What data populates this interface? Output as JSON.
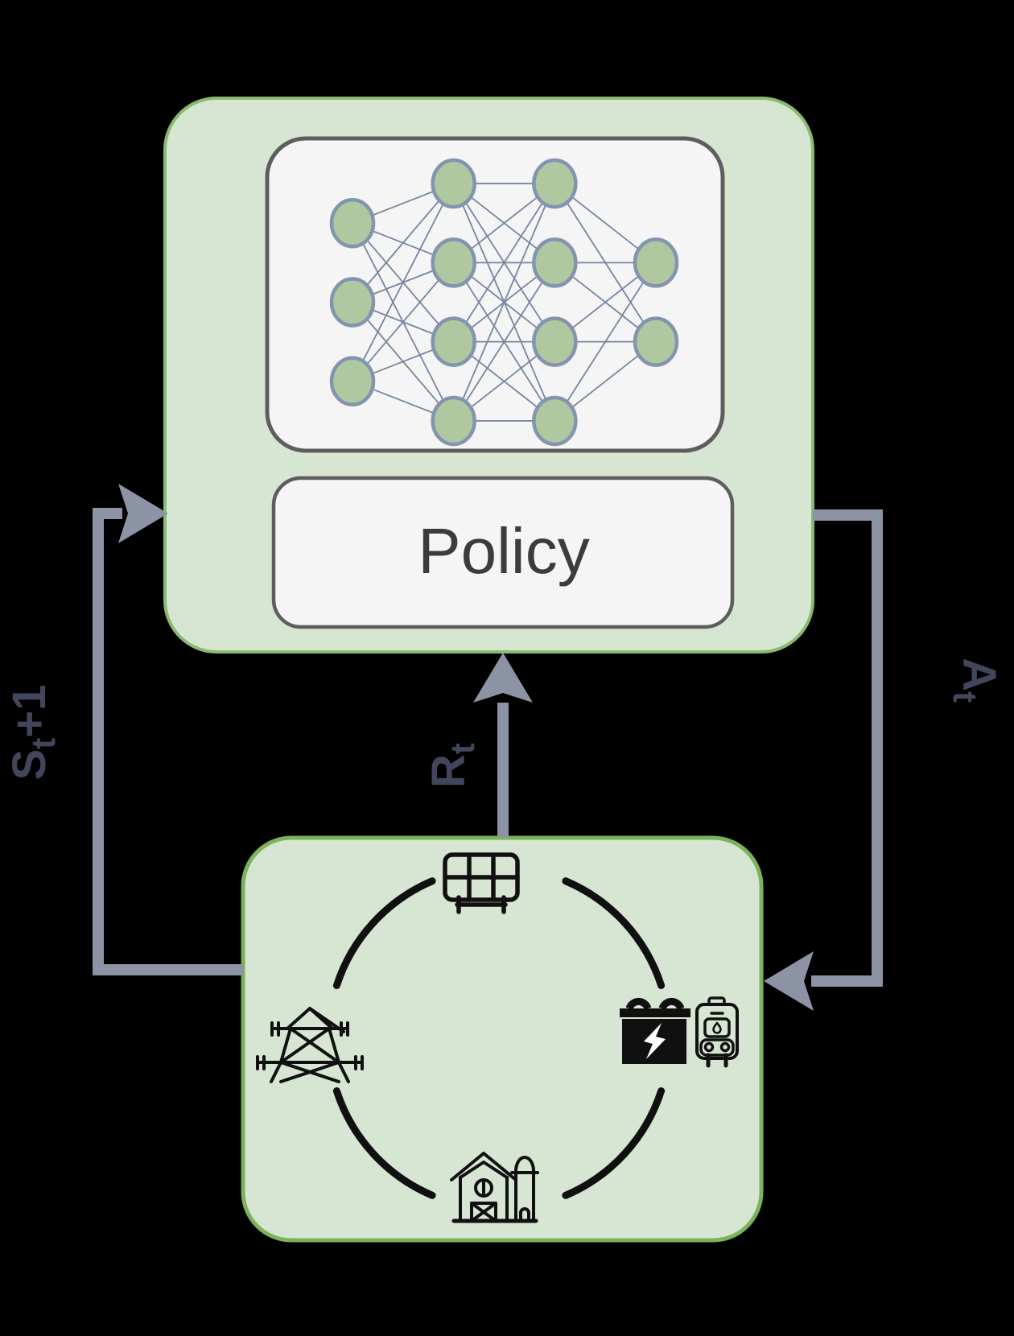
{
  "agent": {
    "policy_label": "Policy",
    "neural_network": {
      "layers": [
        3,
        4,
        4,
        2
      ]
    }
  },
  "environment": {
    "icons": [
      "solar-panel",
      "transmission-tower",
      "battery",
      "ev-charger",
      "barn"
    ]
  },
  "arrow_labels": {
    "state": {
      "main": "S",
      "sub": "t",
      "suffix": "+1"
    },
    "reward": {
      "main": "R",
      "sub": "t"
    },
    "action": {
      "main": "A",
      "sub": "t"
    }
  },
  "colors": {
    "background": "#000000",
    "box_fill": "#d7e6d2",
    "agent_border": "#8aba70",
    "env_border": "#7bb25b",
    "panel_fill": "#f5f5f6",
    "panel_border": "#5d5d5d",
    "node_fill": "#afc8a0",
    "node_border": "#8394af",
    "edge": "#75869f",
    "arrow": "#8b93a4",
    "label_text": "#41465c",
    "policy_text": "#3c3c3c",
    "icon": "#101010"
  }
}
